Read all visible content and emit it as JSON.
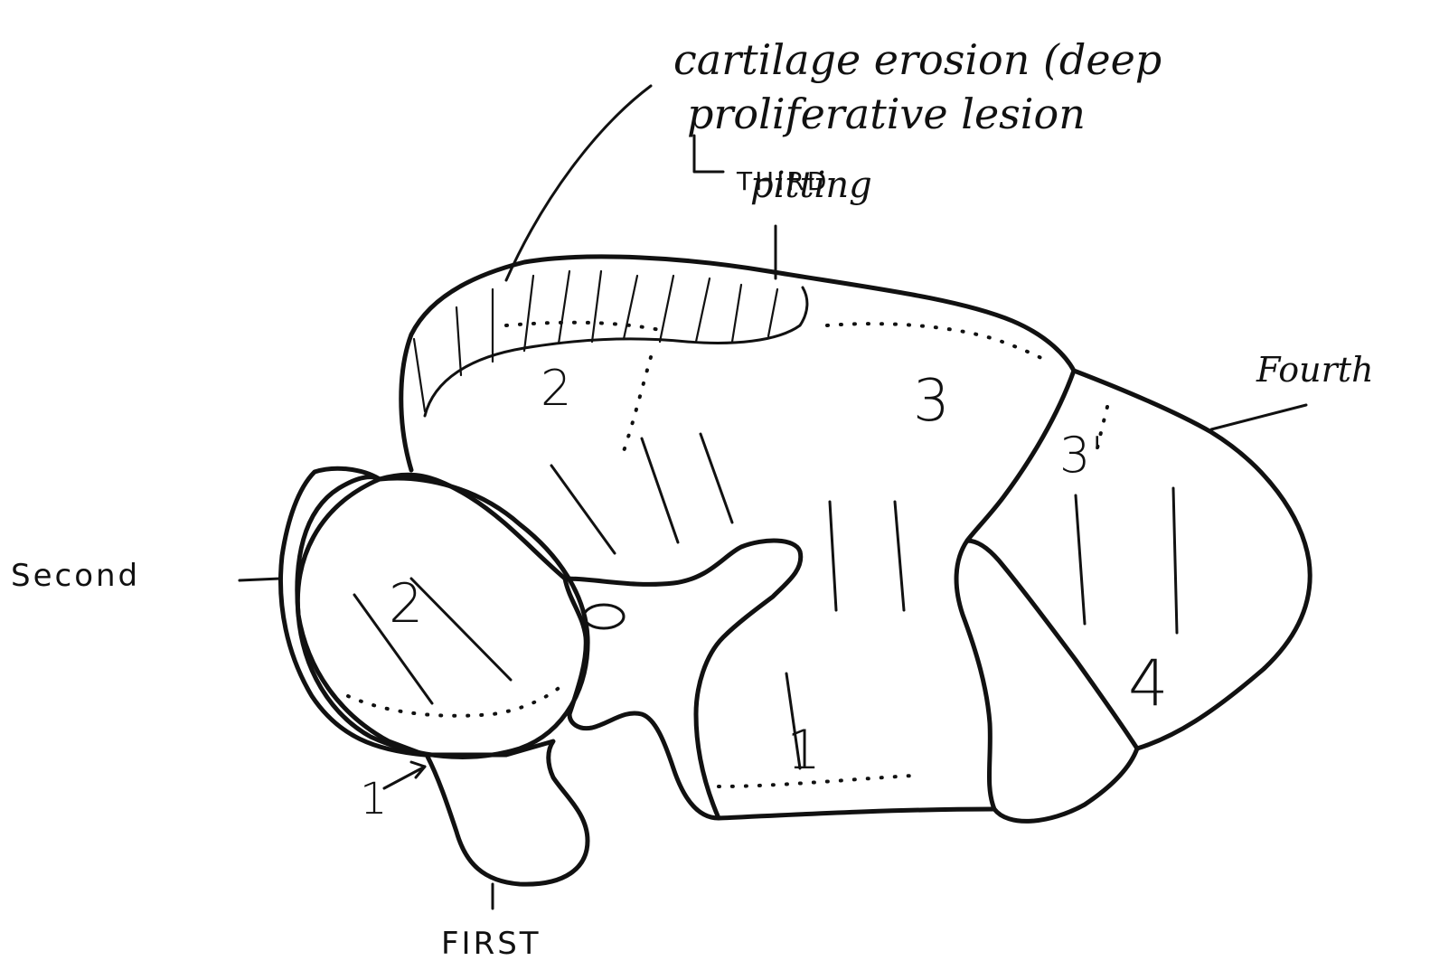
{
  "annotation": {
    "line1": "cartilage erosion (deep",
    "line2": "proliferative lesion",
    "line3": "pitting"
  },
  "labels": {
    "third": "THIRD",
    "fourth": "Fourth",
    "second": "Second",
    "first": "FIRST"
  },
  "numbers": {
    "n1": "1",
    "n2_left": "2",
    "n2_top": "2",
    "n3": "3",
    "n3_prime": "3'",
    "n4": "4",
    "n1_arrow": "1"
  },
  "colors": {
    "ink": "#111111",
    "background": "#ffffff"
  }
}
